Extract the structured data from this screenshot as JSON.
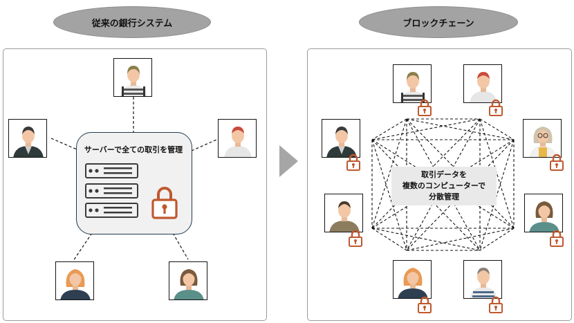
{
  "left": {
    "title": "従来の銀行システム",
    "center_label": "サーバーで全ての取引を管理"
  },
  "right": {
    "title": "ブロックチェーン",
    "center_label_lines": [
      "取引データを",
      "複数のコンピューターで",
      "分散管理"
    ]
  },
  "colors": {
    "lock": "#c0582e",
    "pill": "#a3a3a3",
    "server_stroke": "#3a3a3a",
    "skin": "#f3c7a6"
  },
  "icons": [
    "server-icon",
    "padlock-icon",
    "person-avatar-icon",
    "arrow-right-icon"
  ]
}
